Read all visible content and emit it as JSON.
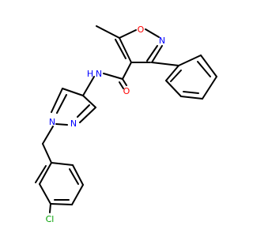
{
  "molecule": {
    "atoms": {
      "O_ring": "O",
      "N_ring": "N",
      "O_carbonyl": "O",
      "N_amide": "N",
      "H_amide": "H",
      "N_pyrazole_1": "N",
      "N_pyrazole_2": "N",
      "Cl": "Cl"
    }
  },
  "colors": {
    "oxygen": "#ff0000",
    "nitrogen": "#0000ff",
    "chlorine": "#00a000",
    "bond": "#000000",
    "background": "#ffffff"
  }
}
